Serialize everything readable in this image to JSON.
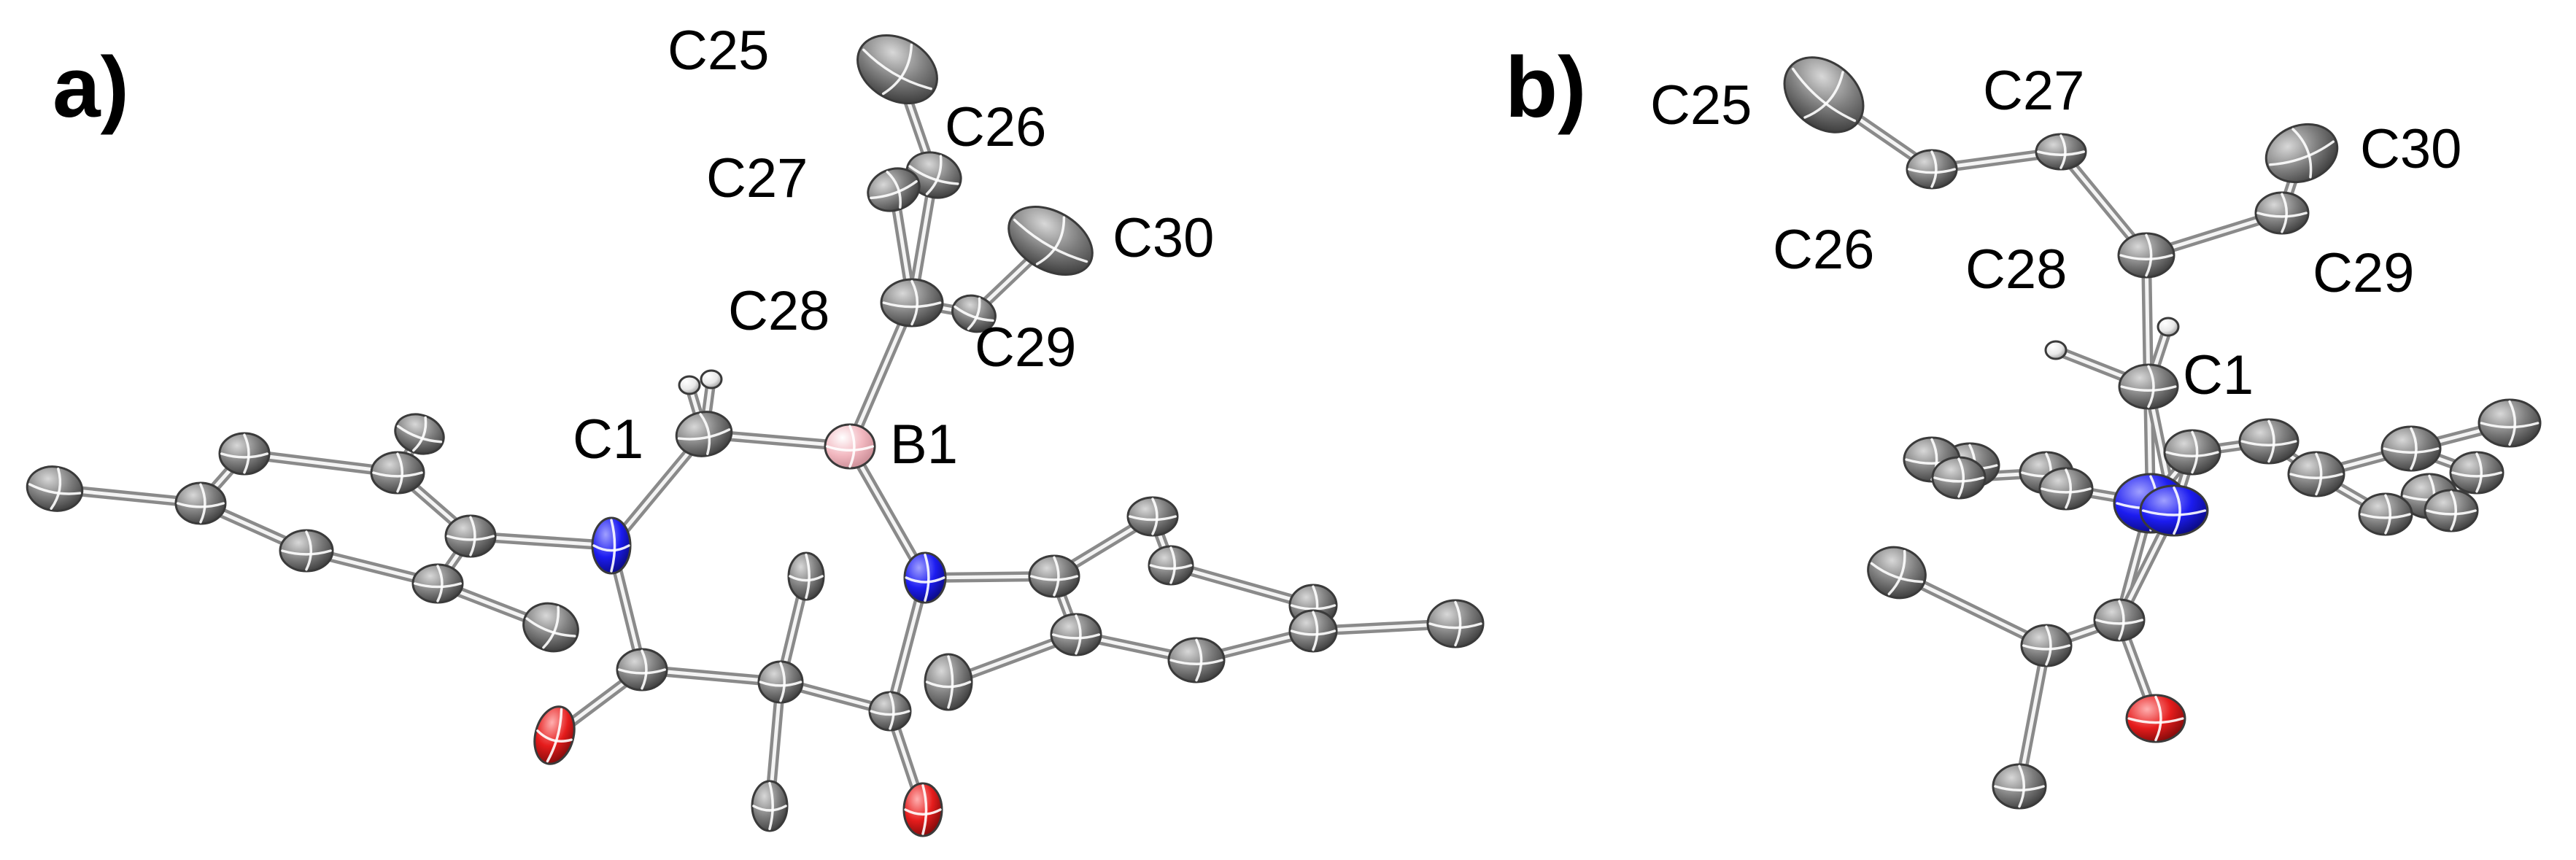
{
  "panels": [
    {
      "label": "a)",
      "atom_labels": [
        "C25",
        "C26",
        "C27",
        "C30",
        "C28",
        "C29",
        "C1",
        "B1"
      ]
    },
    {
      "label": "b)",
      "atom_labels": [
        "C25",
        "C27",
        "C30",
        "C26",
        "C28",
        "C29",
        "C1"
      ]
    }
  ],
  "atom_colors": {
    "C": "#7f7f7f",
    "N": "#1c1cf0",
    "O": "#e51c1c",
    "B": "#f2b8c0",
    "H": "#e8e8e8"
  }
}
